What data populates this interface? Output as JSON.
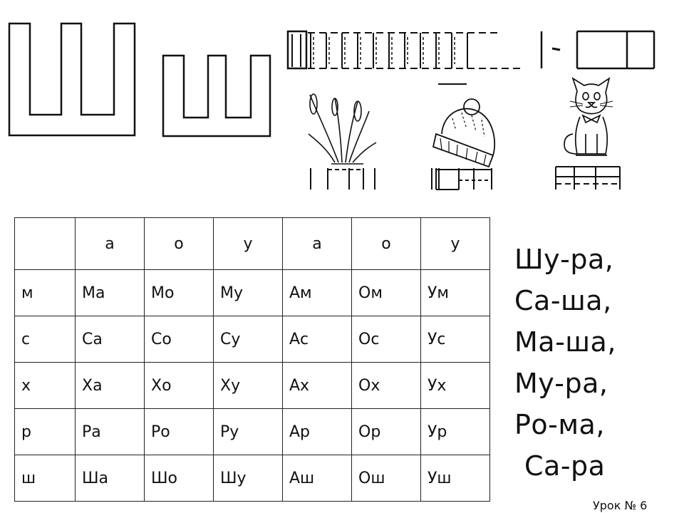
{
  "worksheet": {
    "big_letters_pictured": [
      "Ш",
      "ш"
    ],
    "pictures": [
      "cattail-reeds-icon",
      "knit-hat-icon",
      "cat-icon"
    ]
  },
  "syllable_table": {
    "header": [
      "",
      "а",
      "о",
      "у",
      "а",
      "о",
      "у"
    ],
    "rows": [
      [
        "м",
        "Ма",
        "Мо",
        "Му",
        "Ам",
        "Ом",
        "Ум"
      ],
      [
        "с",
        "Са",
        "Со",
        "Су",
        "Ас",
        "Ос",
        "Ус"
      ],
      [
        "х",
        "Ха",
        "Хо",
        "Ху",
        "Ах",
        "Ох",
        "Ух"
      ],
      [
        "р",
        "Ра",
        "Ро",
        "Ру",
        "Ар",
        "Ор",
        "Ур"
      ],
      [
        "ш",
        "Ша",
        "Шо",
        "Шу",
        "Аш",
        "Ош",
        "Уш"
      ]
    ]
  },
  "words": [
    "Шу-ра,",
    "Са-ша,",
    "Ма-ша,",
    "Му-ра,",
    "Ро-ма,",
    "Са-ра"
  ],
  "lesson_label": "Урок № 6"
}
